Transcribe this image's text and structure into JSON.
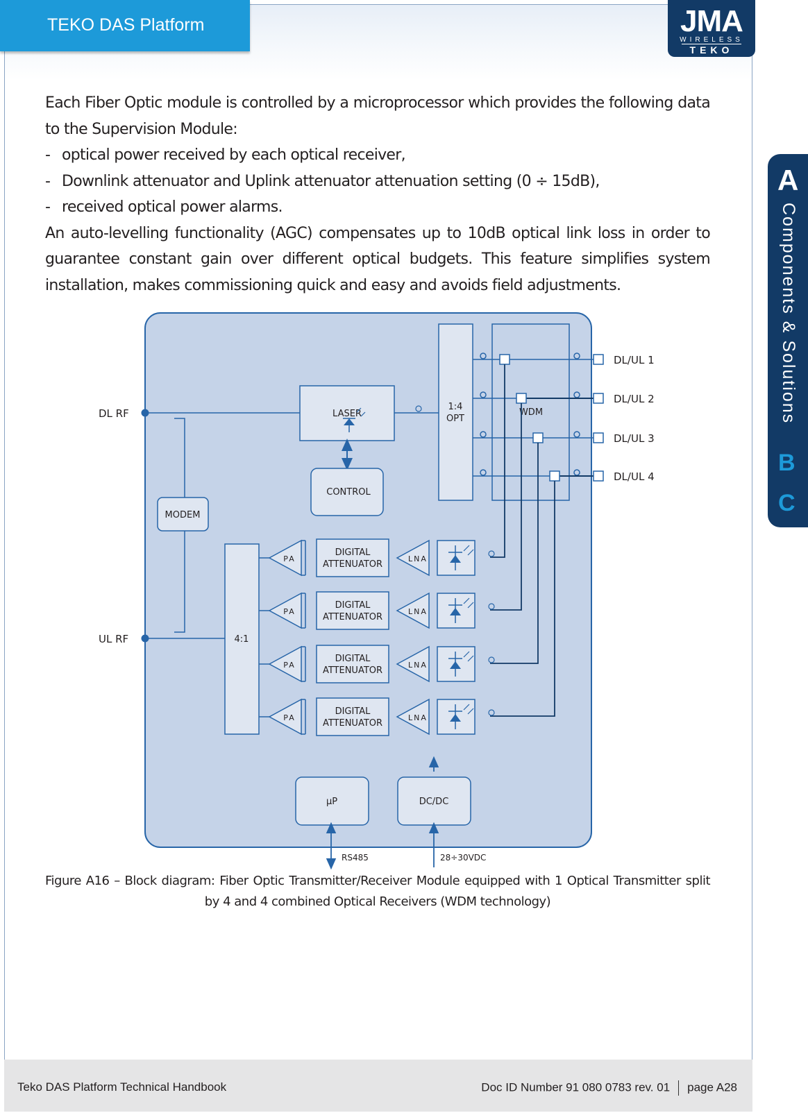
{
  "header": {
    "title": "TEKO DAS Platform",
    "logo": {
      "main": "JMA",
      "sub": "WIRELESS",
      "brand": "TEKO"
    }
  },
  "side_tab": {
    "letters": [
      "A",
      "B",
      "C"
    ],
    "label": "Components & Solutions"
  },
  "body": {
    "intro": "Each Fiber Optic module is controlled by a microprocessor which provides the following data to the Supervision Module:",
    "bullets": [
      "optical power received by each optical receiver,",
      "Downlink attenuator and Uplink attenuator attenuation setting (0 ÷ 15dB),",
      "received optical power alarms."
    ],
    "paragraph": "An auto-levelling functionality (AGC) compensates up to 10dB optical link loss in order to guarantee constant gain over different optical budgets. This feature simplifies system installation, makes commissioning quick and easy and avoids field adjustments."
  },
  "diagram": {
    "dl_rf": "DL RF",
    "ul_rf": "UL RF",
    "laser": "LASER",
    "control": "CONTROL",
    "modem": "MODEM",
    "splitter_line1": "1:4",
    "splitter_line2": "OPT",
    "wdm": "WDM",
    "combiner": "4:1",
    "ports": [
      "DL/UL 1",
      "DL/UL 2",
      "DL/UL 3",
      "DL/UL 4"
    ],
    "pa": "PA",
    "lna": "LNA",
    "attenuator_line1": "DIGITAL",
    "attenuator_line2": "ATTENUATOR",
    "up": "µP",
    "dcdc": "DC/DC",
    "rs485": "RS485",
    "power": "28÷30VDC"
  },
  "caption": {
    "line1": "Figure A16 – Block diagram: Fiber Optic Transmitter/Receiver Module equipped with 1 Optical Transmitter split",
    "line2": "by 4 and 4 combined Optical Receivers (WDM technology)"
  },
  "footer": {
    "left": "Teko DAS Platform Technical Handbook",
    "doc_id": "Doc ID Number 91 080 0783 rev. 01",
    "page": "page A28"
  },
  "colors": {
    "accent": "#1d9ad9",
    "navy": "#123a66",
    "diagram_fill": "#c5d3e8",
    "diagram_line": "#2765a8"
  }
}
